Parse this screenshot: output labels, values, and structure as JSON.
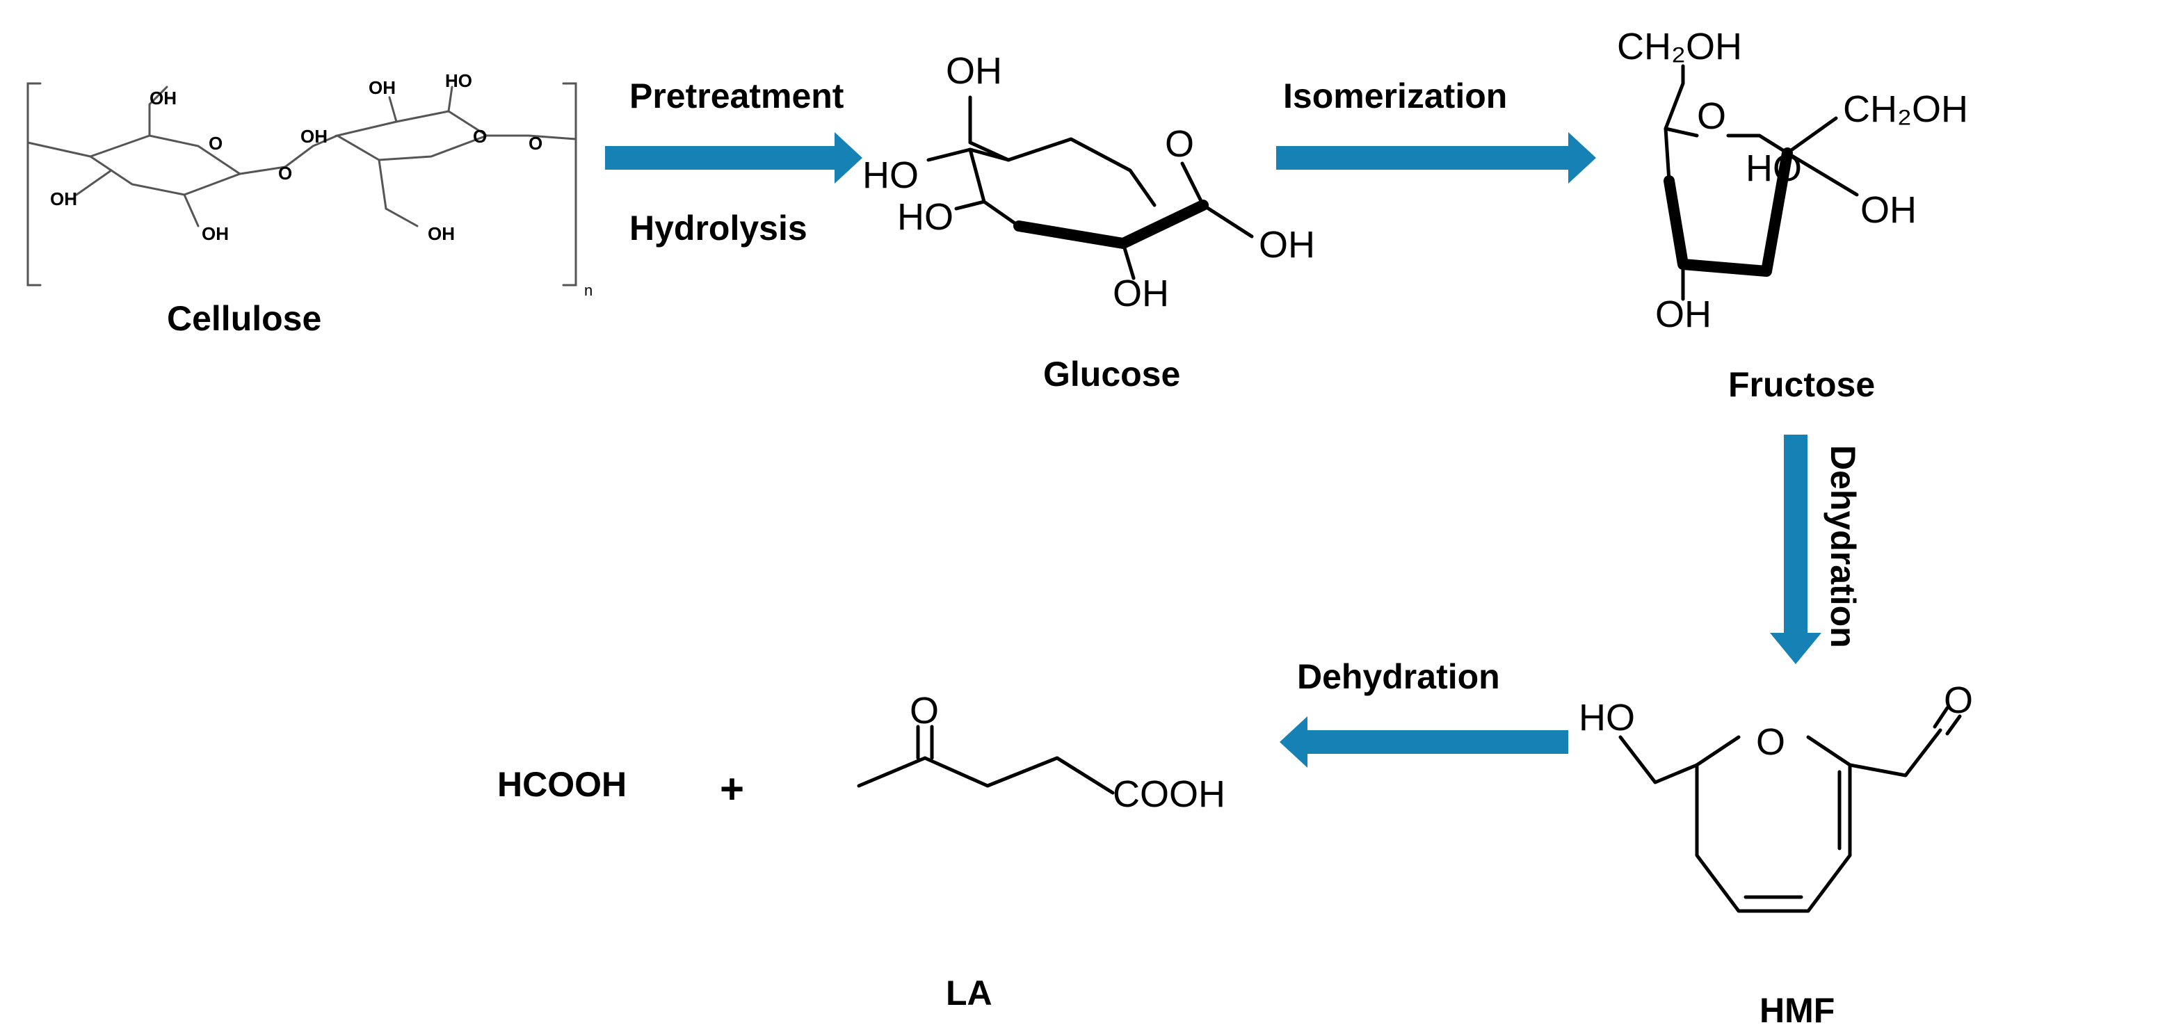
{
  "compounds": {
    "cellulose": "Cellulose",
    "glucose": "Glucose",
    "fructose": "Fructose",
    "hmf": "HMF",
    "la": "LA",
    "formic_acid": "HCOOH"
  },
  "steps": {
    "pretreatment": "Pretreatment",
    "hydrolysis": "Hydrolysis",
    "isomerization": "Isomerization",
    "dehydration_1": "Dehydration",
    "dehydration_2": "Dehydration"
  },
  "plus": "+",
  "atoms": {
    "oh": "OH",
    "ho": "HO",
    "o": "O",
    "n": "n",
    "ch2oh": "CH₂OH",
    "cooh": "COOH"
  },
  "colors": {
    "arrow": "#1681b5"
  }
}
